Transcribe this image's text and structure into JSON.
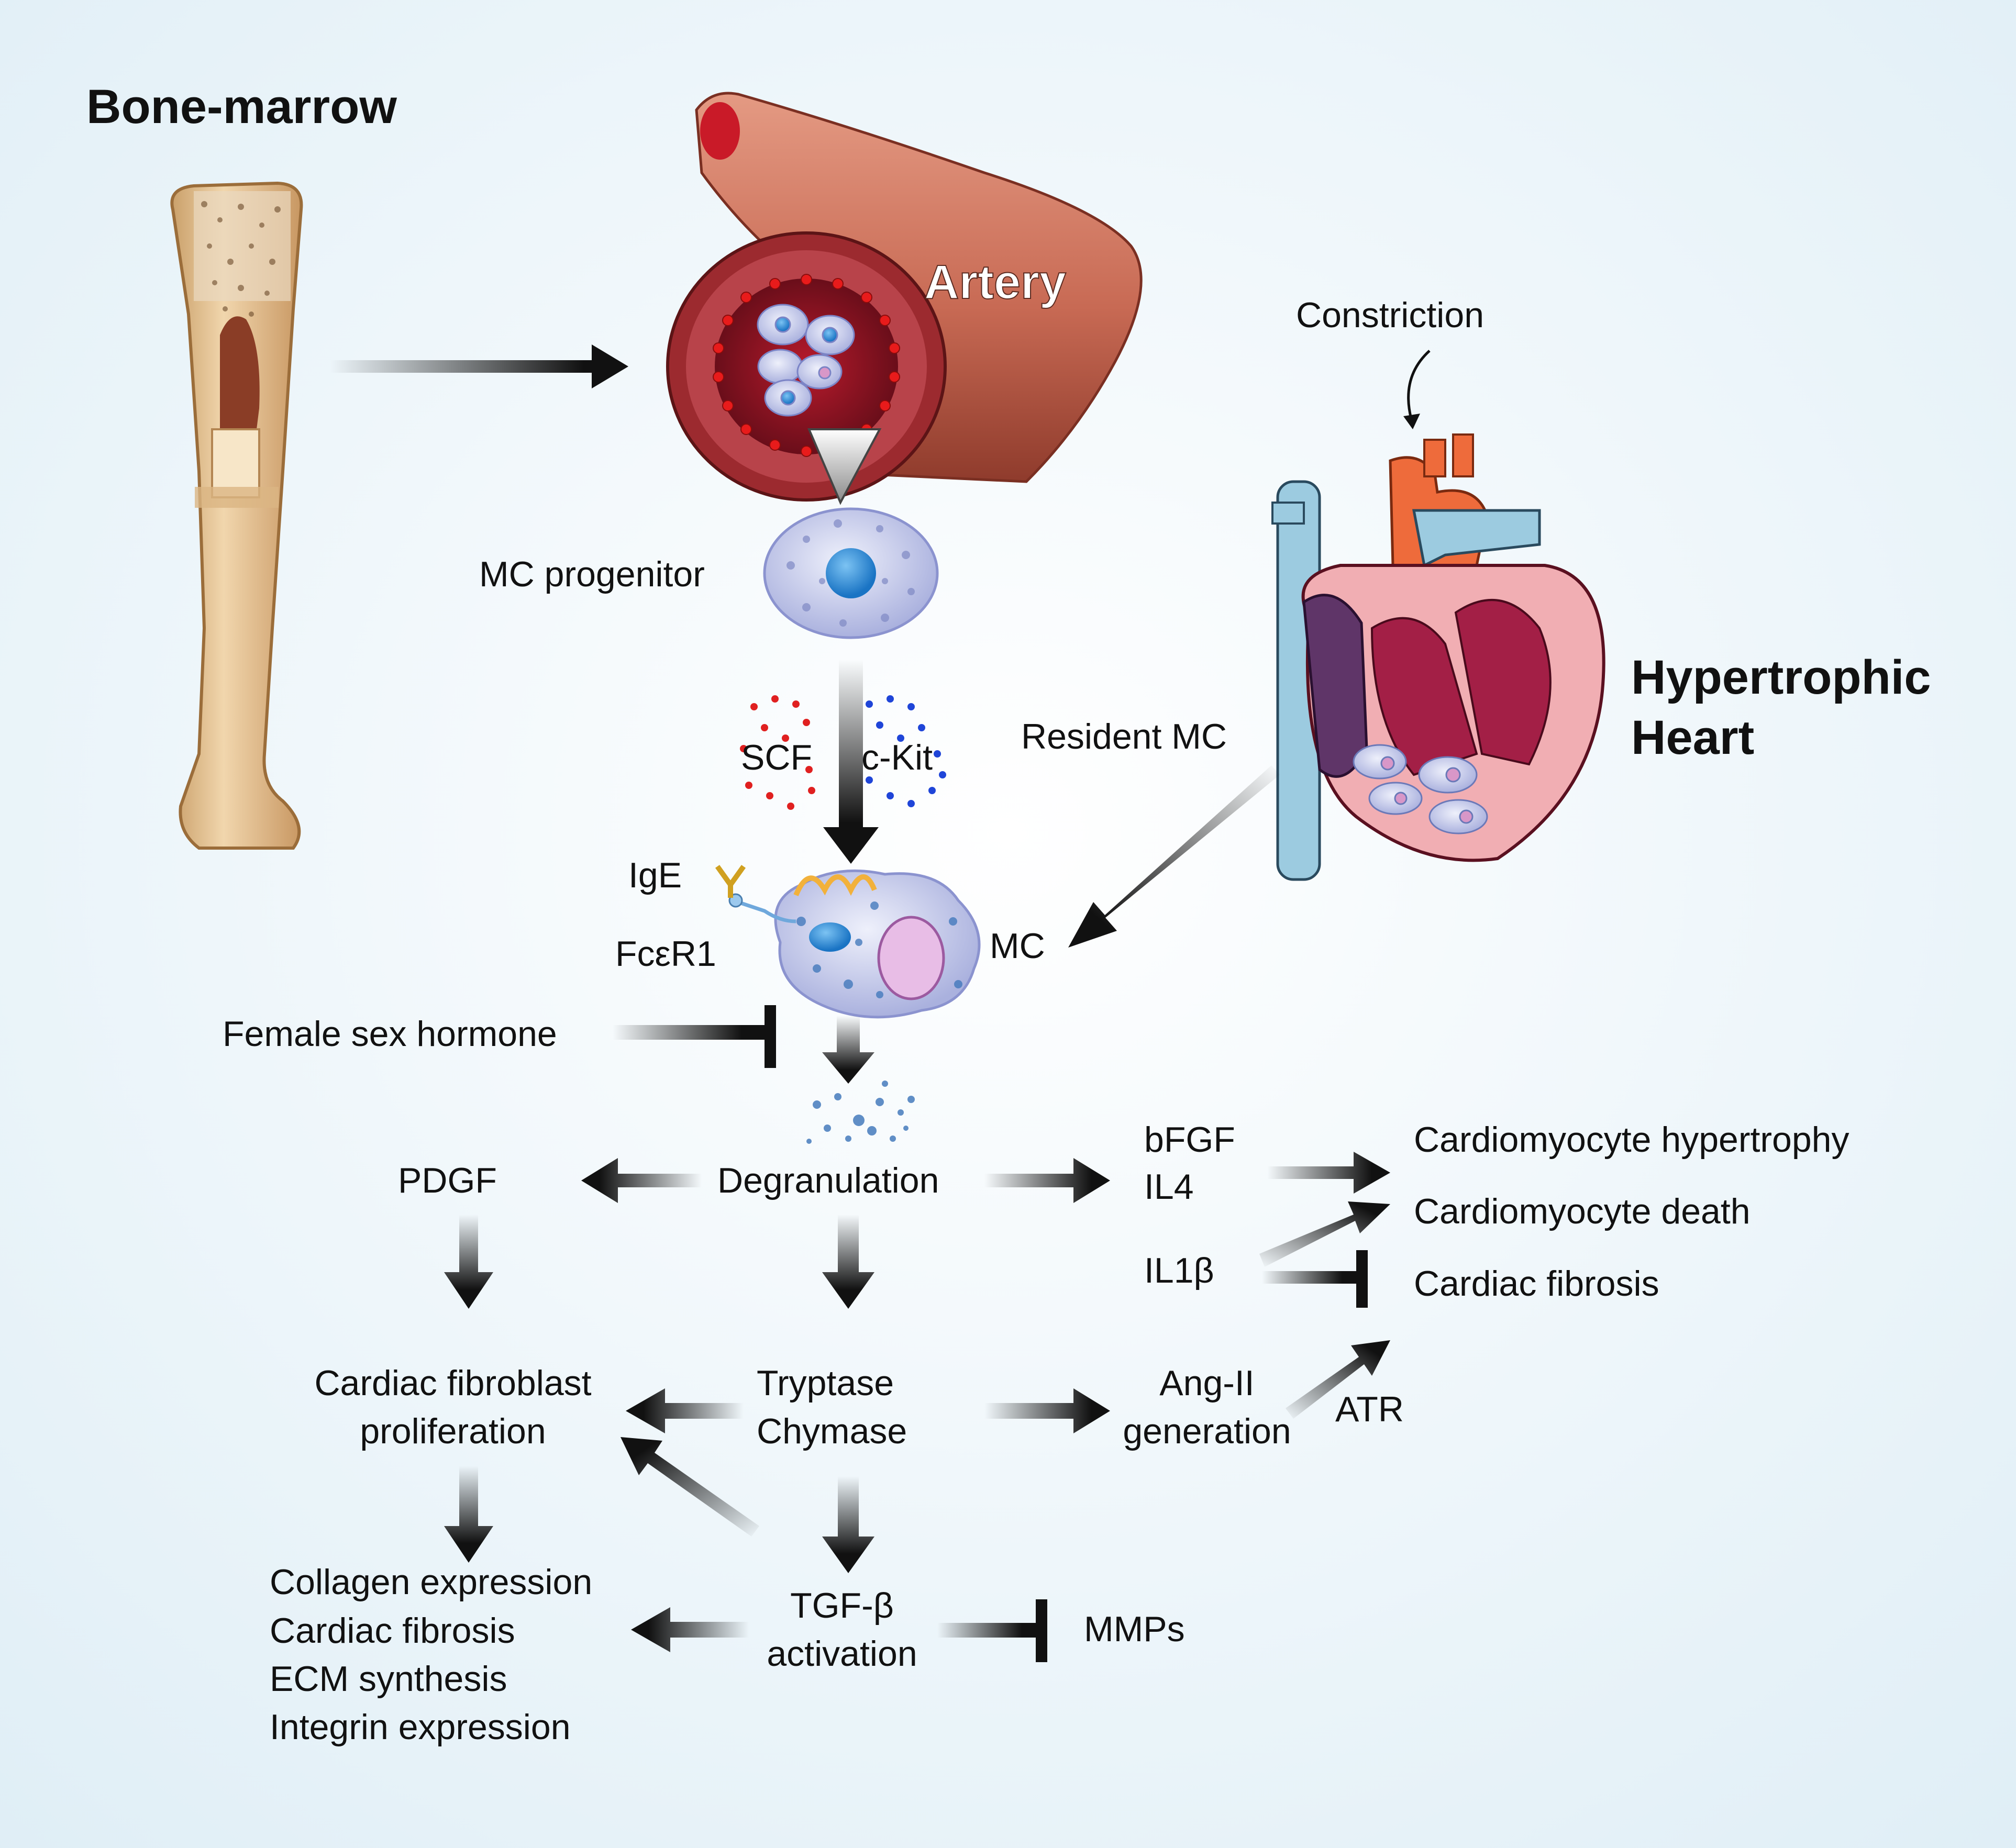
{
  "title": "Bone-marrow",
  "organs": {
    "artery": "Artery",
    "heart_line1": "Hypertrophic",
    "heart_line2": "Heart",
    "constriction": "Constriction",
    "resident_mc": "Resident MC"
  },
  "cells": {
    "mc_progenitor": "MC progenitor",
    "mc": "MC",
    "scf": "SCF",
    "ckit": "c-Kit",
    "ige": "IgE",
    "fcer1": "FcεR1"
  },
  "regulators": {
    "female_sex_hormone": "Female sex hormone"
  },
  "nodes": {
    "degranulation": "Degranulation",
    "pdgf": "PDGF",
    "bfgf": "bFGF",
    "il4": "IL4",
    "il1b": "IL1β",
    "tryptase": "Tryptase",
    "chymase": "Chymase",
    "fibroblast_line1": "Cardiac fibroblast",
    "fibroblast_line2": "proliferation",
    "ang_line1": "Ang-II",
    "ang_line2": "generation",
    "atr": "ATR",
    "tgf_line1": "TGF-β",
    "tgf_line2": "activation",
    "mmps": "MMPs"
  },
  "outcomes": {
    "hypertrophy": "Cardiomyocyte hypertrophy",
    "death": "Cardiomyocyte death",
    "fibrosis": "Cardiac fibrosis"
  },
  "fibrosis_list": [
    "Collagen expression",
    "Cardiac fibrosis",
    "ECM synthesis",
    "Integrin expression"
  ],
  "colors": {
    "background": "#eaf3f8",
    "arrow": "#111111",
    "bone": "#e8c89a",
    "artery": "#c96a55",
    "heart": "#a31f46",
    "vessel_blue": "#9ccbe0",
    "aorta_orange": "#ee6b3b"
  }
}
